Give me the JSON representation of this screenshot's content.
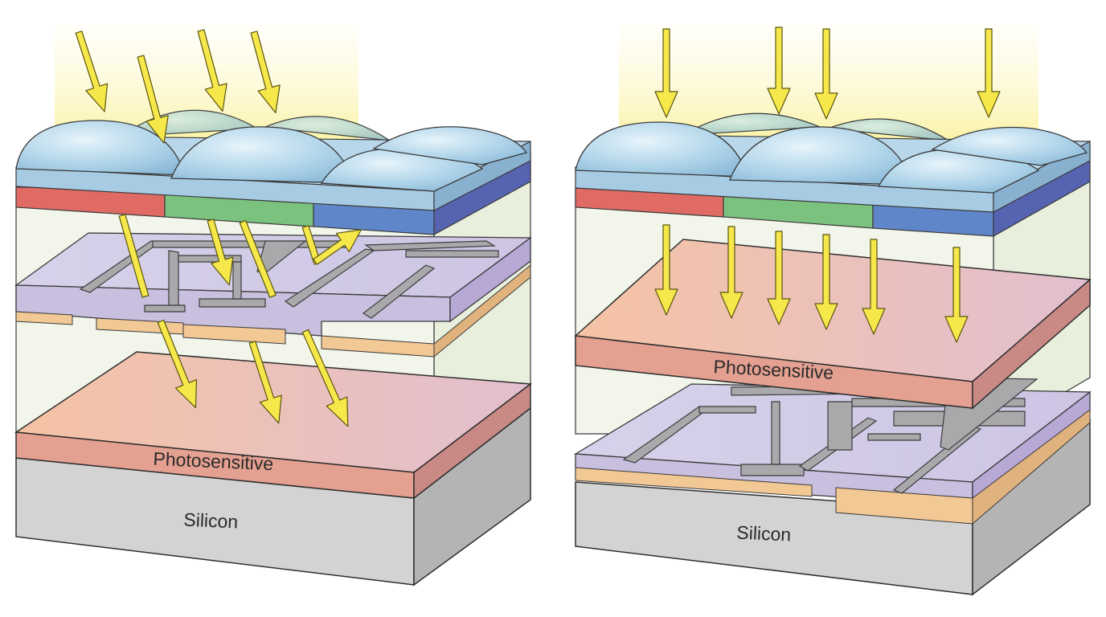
{
  "diagrams": [
    {
      "id": "front-illuminated",
      "labels": {
        "photosensitive": "Photosensitive",
        "silicon": "Silicon"
      }
    },
    {
      "id": "back-illuminated",
      "labels": {
        "photosensitive": "Photosensitive",
        "silicon": "Silicon"
      }
    }
  ],
  "colors": {
    "light_glow": "#fbf3a0",
    "light_arrow": "#f6e84a",
    "arrow_outline": "#5a5510",
    "microlens": "#a9cfe6",
    "filter_red": "#e06a64",
    "filter_green": "#7cc27f",
    "filter_blue": "#5f86c8",
    "wiring_layer": "#cbc3e2",
    "metal_lines": "#a9a9ac",
    "insulator": "#f2c894",
    "photosensitive": "#f0b7a2",
    "silicon": "#d2d2d2",
    "enclosure": "#eef3e6"
  },
  "icons": [
    "light-ray-arrow",
    "microlens-dome",
    "metal-wiring"
  ]
}
